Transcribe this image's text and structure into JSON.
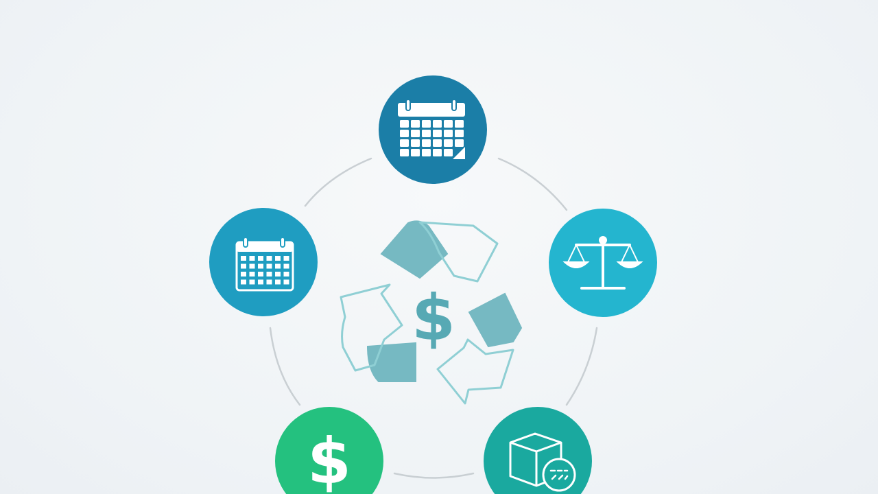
{
  "diagram": {
    "nodes": [
      {
        "id": "calendar-top",
        "icon": "calendar-icon",
        "color": "#1b7ea7"
      },
      {
        "id": "scales",
        "icon": "scales-of-justice-icon",
        "color": "#24b5cf"
      },
      {
        "id": "package",
        "icon": "package-box-icon",
        "color": "#1aa99f"
      },
      {
        "id": "dollar",
        "icon": "dollar-sign-icon",
        "color": "#24c17f"
      },
      {
        "id": "calendar-left",
        "icon": "calendar-icon",
        "color": "#1f9dc1"
      }
    ],
    "center": {
      "icon": "recycle-arrows-icon",
      "symbol": "$",
      "arrow_fill": "#76b9c2",
      "stroke": "#8fcfd4",
      "symbol_color": "#57a9b4"
    },
    "ring_color": "#c9cfd3",
    "node_symbol": "$"
  }
}
